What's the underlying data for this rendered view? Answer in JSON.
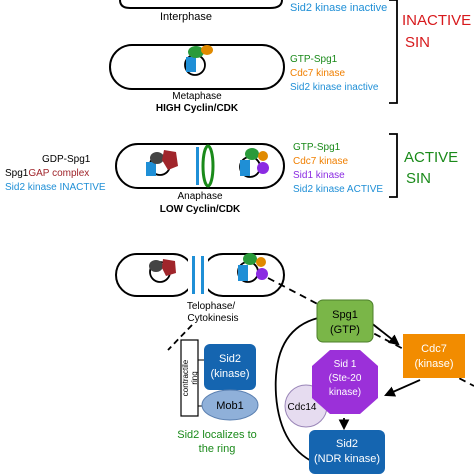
{
  "stages": {
    "interphase": {
      "label": "Interphase",
      "note": "Sid2 kinase inactive"
    },
    "metaphase": {
      "label": "Metaphase",
      "cdk": "HIGH Cyclin/CDK",
      "right": [
        "GTP-Spg1",
        "Cdc7 kinase",
        "Sid2 kinase inactive"
      ]
    },
    "anaphase": {
      "label": "Anaphase",
      "cdk": "LOW Cyclin/CDK",
      "left": {
        "line1": "GDP-Spg1",
        "line2a": "Spg1",
        "line2b": "GAP complex",
        "line3": "Sid2 kinase INACTIVE"
      },
      "right": [
        "GTP-Spg1",
        "Cdc7 kinase",
        "Sid1 kinase",
        "Sid2 kinase ACTIVE"
      ]
    },
    "telophase": {
      "label_line1": "Telophase/",
      "label_line2": "Cytokinesis"
    }
  },
  "brackets": {
    "inactive": [
      "INACTIVE",
      "SIN"
    ],
    "active": [
      "ACTIVE",
      "SIN"
    ]
  },
  "ring_inset": {
    "ring_label_1": "contractile",
    "ring_label_2": "ring",
    "sid2_1": "Sid2",
    "sid2_2": "(kinase)",
    "mob1": "Mob1",
    "caption_1": "Sid2 localizes to",
    "caption_2": "the ring"
  },
  "pathway": {
    "spg1": [
      "Spg1",
      "(GTP)"
    ],
    "cdc7": [
      "Cdc7",
      "(kinase)"
    ],
    "sid1": [
      "Sid 1",
      "(Ste-20",
      "kinase)"
    ],
    "cdc14": "Cdc14",
    "sid2": [
      "Sid2",
      "(NDR kinase)"
    ]
  },
  "colors": {
    "red": "#d7191c",
    "green": "#1a8a1a",
    "orange": "#f07f00",
    "purple": "#8b2be2",
    "blue": "#1f8fd6",
    "dark_red": "#a0252b",
    "spg1_box": "#7ab648",
    "cdc7_box": "#f28c00",
    "sid1_oct": "#9b30d9",
    "sid2_box": "#1565b0",
    "mob1": "#8fb0d9",
    "cdc14": "#e6dcf0"
  }
}
